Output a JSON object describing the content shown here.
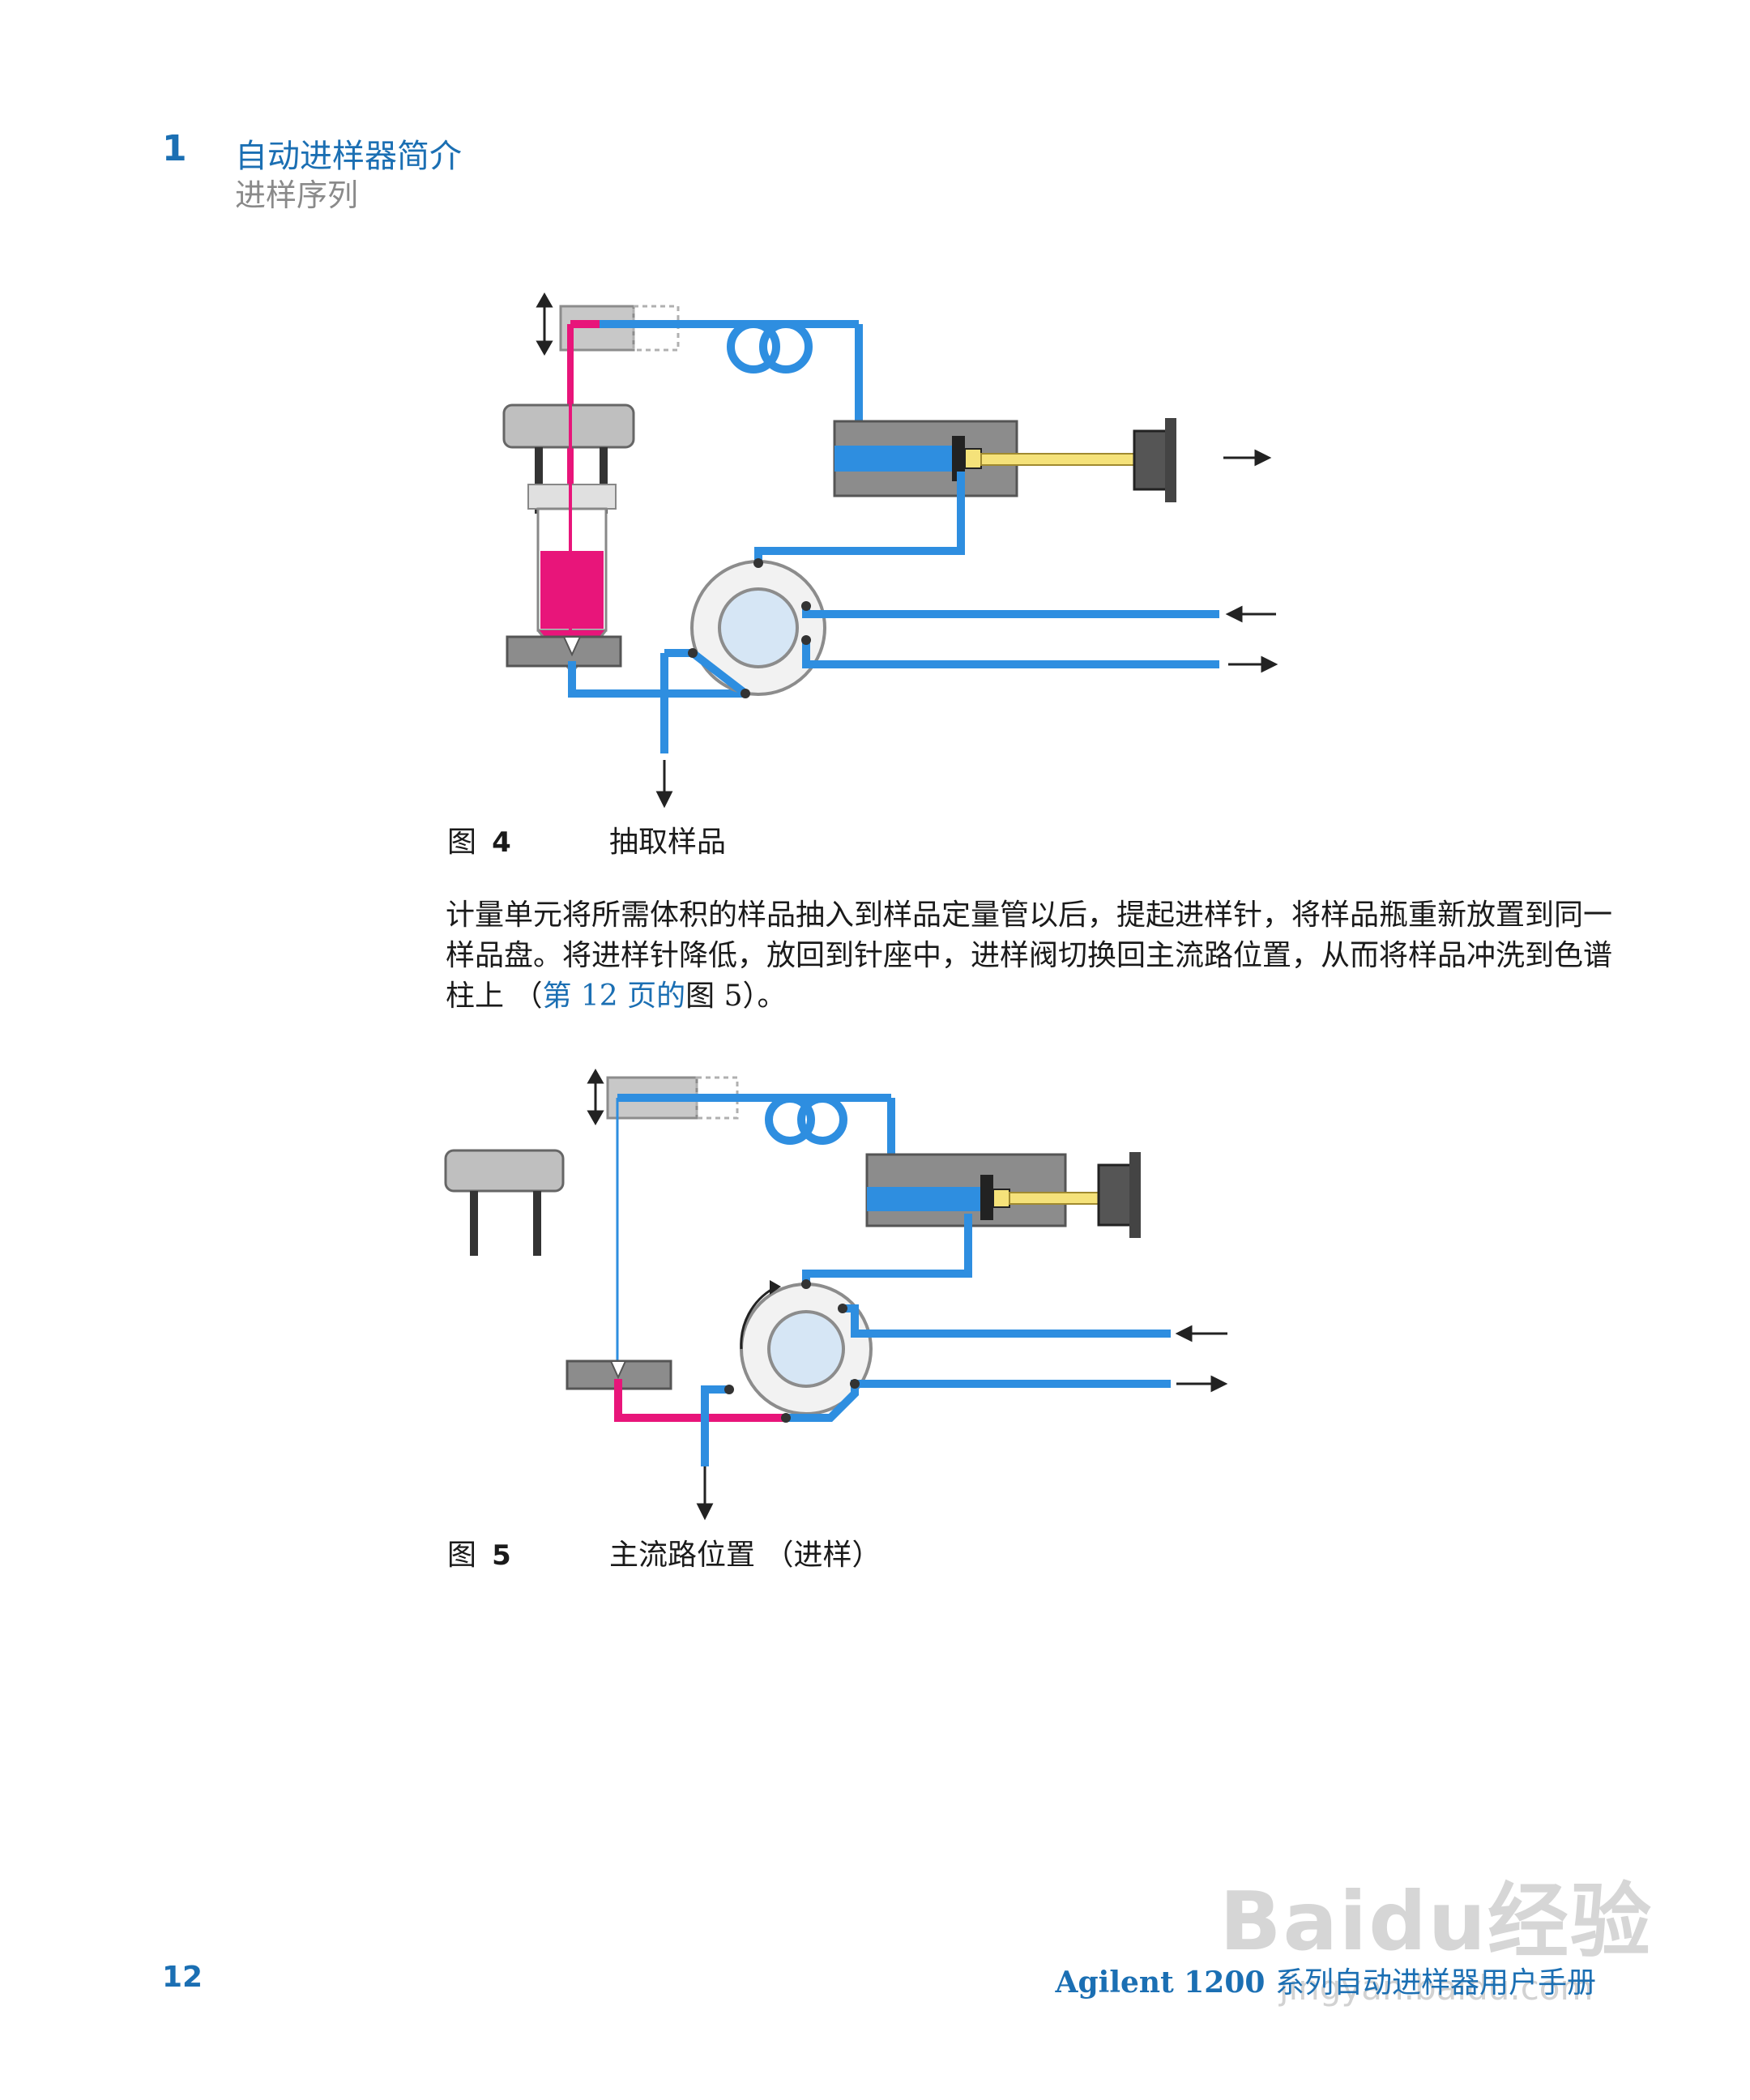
{
  "header": {
    "chapter_number": "1",
    "chapter_title": "自动进样器简介",
    "section_title": "进样序列"
  },
  "figure4": {
    "label": "图",
    "number": "4",
    "caption": "抽取样品"
  },
  "paragraph": {
    "text_before_link": "计量单元将所需体积的样品抽入到样品定量管以后，提起进样针，将样品瓶重新放置到同一样品盘。将进样针降低，放回到针座中，进样阀切换回主流路位置，从而将样品冲洗到色谱柱上 （",
    "link_text": "第 12 页的",
    "text_after_link": "图 5）。"
  },
  "figure5": {
    "label": "图",
    "number": "5",
    "caption": "主流路位置 （进样）"
  },
  "footer": {
    "page_number": "12",
    "product_name": "Agilent 1200",
    "book_title": "系列自动进样器用户手册"
  },
  "watermark": {
    "main": "Baidu经验",
    "sub": "jingyan.baidu.com"
  },
  "colors": {
    "accent_blue": "#1b6fb3",
    "flow_blue": "#2e8ee0",
    "sample_magenta": "#e8157a",
    "hardware_gray": "#8c8c8c",
    "plunger_yellow": "#f5e27a"
  }
}
